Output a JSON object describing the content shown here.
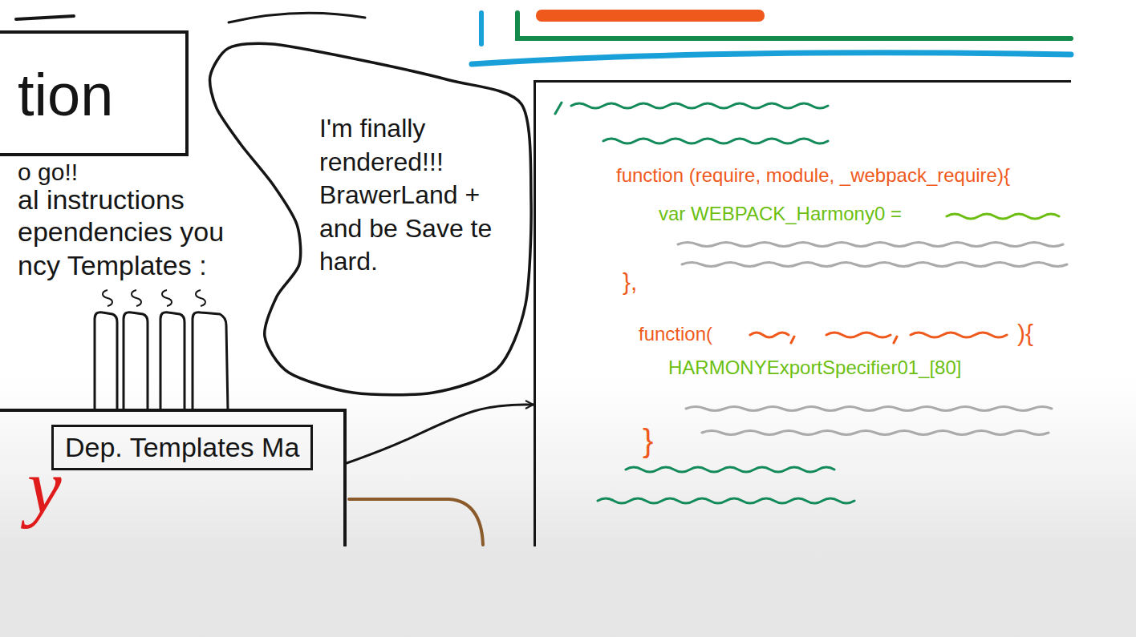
{
  "diagram": {
    "nodes": [
      {
        "text": [
          "tion"
        ]
      },
      {
        "text": [
          "I'm finally rendered!!! BrawerLand + and be Save te hard."
        ]
      },
      {
        "text": [
          "Dep. Templates Ma"
        ]
      },
      {
        "text": [
          "function (require, module, _webpack_require){",
          "var WEBPACK_Harmony0 =",
          "},",
          "function(",
          "){",
          "HARMONYExportSpecifier01_[80]",
          "}"
        ]
      }
    ],
    "edges": [
      {
        "from": 2,
        "to": 3,
        "arrow": "to"
      }
    ],
    "labels": [
      "o go!!",
      "al instructions",
      "ependencies you",
      "ncy Templates :",
      "y"
    ]
  }
}
